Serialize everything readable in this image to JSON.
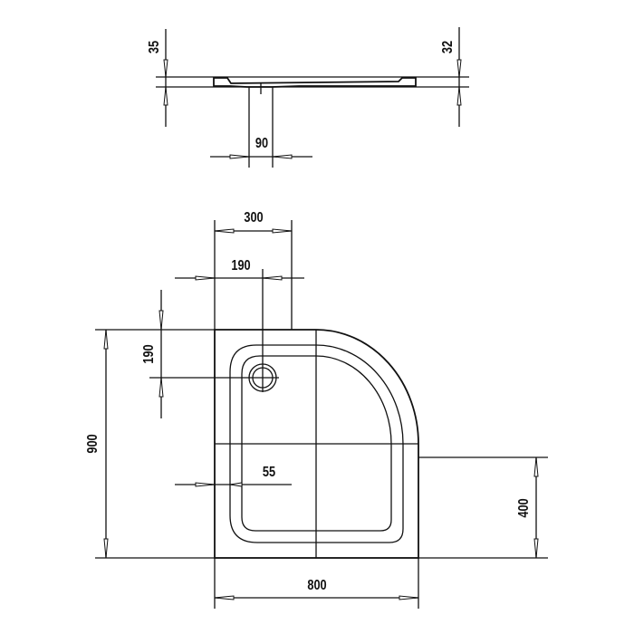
{
  "side_view": {
    "dims": {
      "left_height": "35",
      "right_height": "32",
      "drain_width": "90"
    }
  },
  "plan_view": {
    "dims": {
      "drain_offset_x_outer": "300",
      "drain_offset_x": "190",
      "drain_offset_y": "190",
      "rim_width": "55",
      "depth": "900",
      "width": "800",
      "straight_side": "400"
    }
  },
  "colors": {
    "line": "#111111",
    "background": "#ffffff"
  }
}
